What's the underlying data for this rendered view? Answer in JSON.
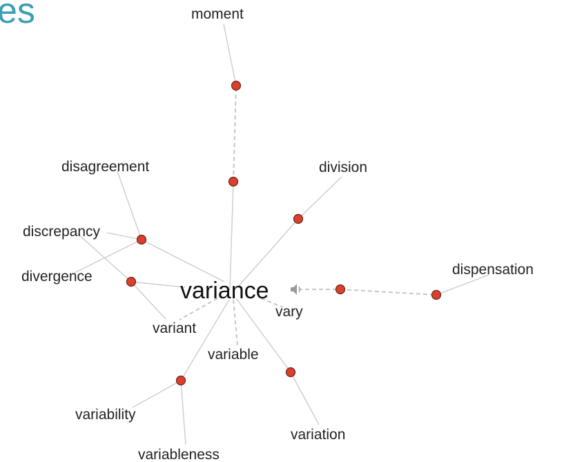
{
  "header": {
    "title_fragment": "es"
  },
  "center_word": "variance",
  "speaker_icon": "speaker-icon",
  "colors": {
    "node": "#d9412e",
    "edge": "#cccccc",
    "title": "#3a9fb0"
  },
  "words": {
    "moment": "moment",
    "disagreement": "disagreement",
    "division": "division",
    "discrepancy": "discrepancy",
    "divergence": "divergence",
    "dispensation": "dispensation",
    "vary": "vary",
    "variant": "variant",
    "variable": "variable",
    "variability": "variability",
    "variation": "variation",
    "variableness": "variableness"
  }
}
